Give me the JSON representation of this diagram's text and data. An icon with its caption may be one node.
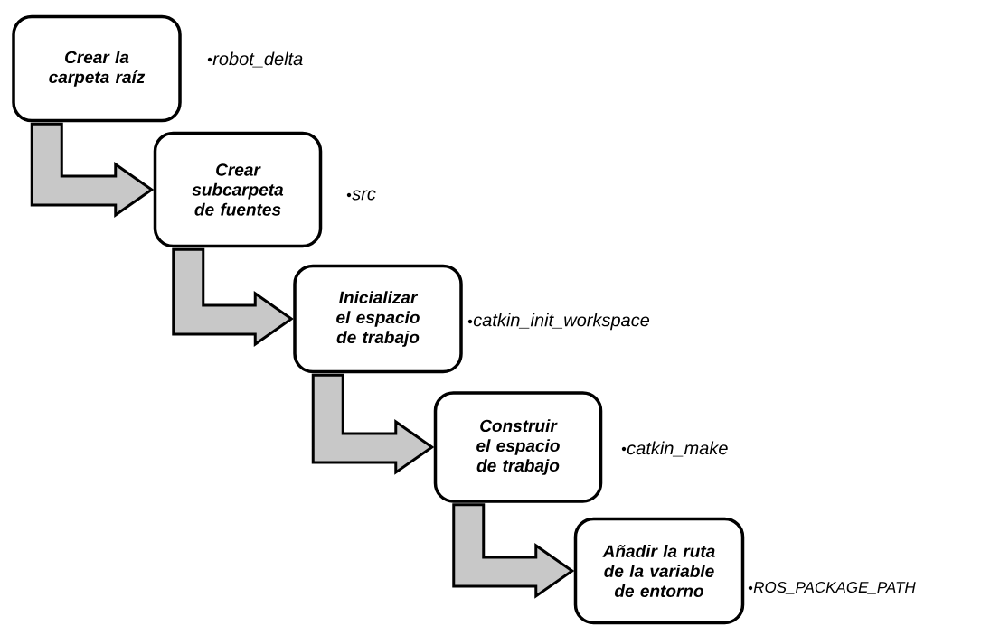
{
  "diagram": {
    "nodes": [
      {
        "text": [
          "Crear la carpeta raíz"
        ],
        "beside": [
          "robot_delta"
        ]
      },
      {
        "text": [
          "Crear subcarpeta de fuentes"
        ],
        "beside": [
          "src"
        ]
      },
      {
        "text": [
          "Inicializar el espacio de trabajo"
        ],
        "beside": [
          "catkin_init_workspace"
        ]
      },
      {
        "text": [
          "Construir el espacio de trabajo"
        ],
        "beside": [
          "catkin_make"
        ]
      },
      {
        "text": [
          "Añadir la ruta de la variable de entorno"
        ],
        "beside": [
          "ROS_PACKAGE_PATH"
        ]
      }
    ],
    "edges": [
      {
        "from": 0,
        "to": 1,
        "arrow": "to"
      },
      {
        "from": 1,
        "to": 2,
        "arrow": "to"
      },
      {
        "from": 2,
        "to": 3,
        "arrow": "to"
      },
      {
        "from": 3,
        "to": 4,
        "arrow": "to"
      }
    ]
  }
}
